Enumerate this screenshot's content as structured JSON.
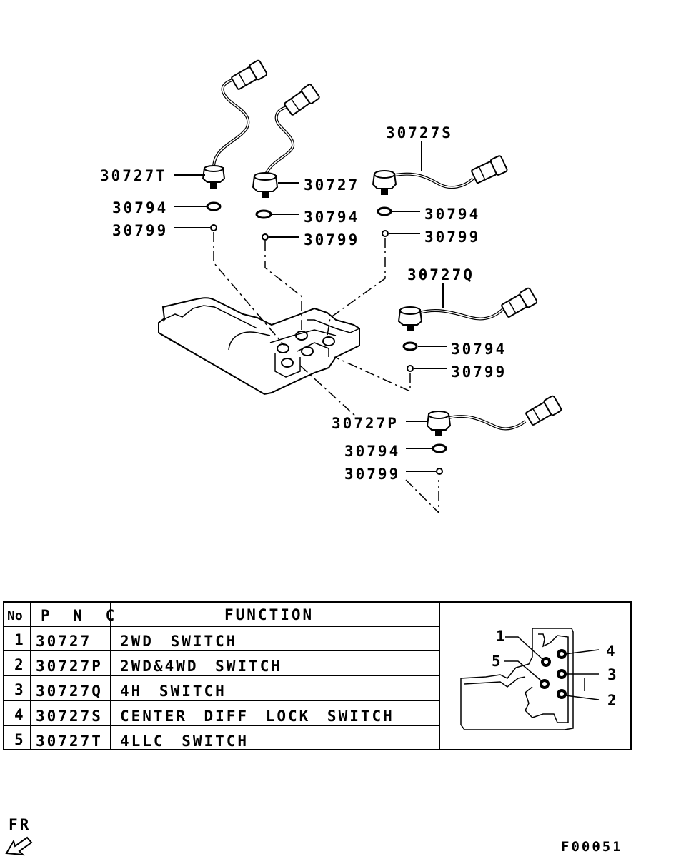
{
  "callouts": {
    "t_switch": "30727T",
    "t_washer": "30794",
    "t_plug": "30799",
    "main_switch": "30727",
    "main_washer": "30794",
    "main_plug": "30799",
    "s_switch": "30727S",
    "s_washer": "30794",
    "s_plug": "30799",
    "q_switch": "30727Q",
    "q_washer": "30794",
    "q_plug": "30799",
    "p_switch": "30727P",
    "p_washer": "30794",
    "p_plug": "30799"
  },
  "table": {
    "headers": {
      "no": "No",
      "pnc": "P N C",
      "function": "FUNCTION"
    },
    "rows": [
      {
        "no": "1",
        "pnc": "30727",
        "function": "2WD SWITCH"
      },
      {
        "no": "2",
        "pnc": "30727P",
        "function": "2WD&4WD SWITCH"
      },
      {
        "no": "3",
        "pnc": "30727Q",
        "function": "4H SWITCH"
      },
      {
        "no": "4",
        "pnc": "30727S",
        "function": "CENTER DIFF LOCK SWITCH"
      },
      {
        "no": "5",
        "pnc": "30727T",
        "function": "4LLC SWITCH"
      }
    ]
  },
  "location_diagram": {
    "labels": [
      "1",
      "2",
      "3",
      "4",
      "5"
    ]
  },
  "direction": {
    "label": "FR"
  },
  "figure_code": "F00051"
}
